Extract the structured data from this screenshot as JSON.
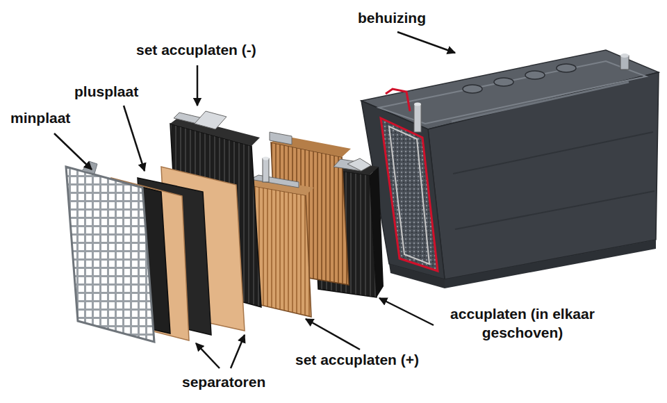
{
  "diagram": {
    "labels": [
      "behuizing",
      "set accuplaten (-)",
      "plusplaat",
      "minplaat",
      "accuplaten (in elkaar geschoven)",
      "set accuplaten (+)",
      "separatoren"
    ]
  }
}
